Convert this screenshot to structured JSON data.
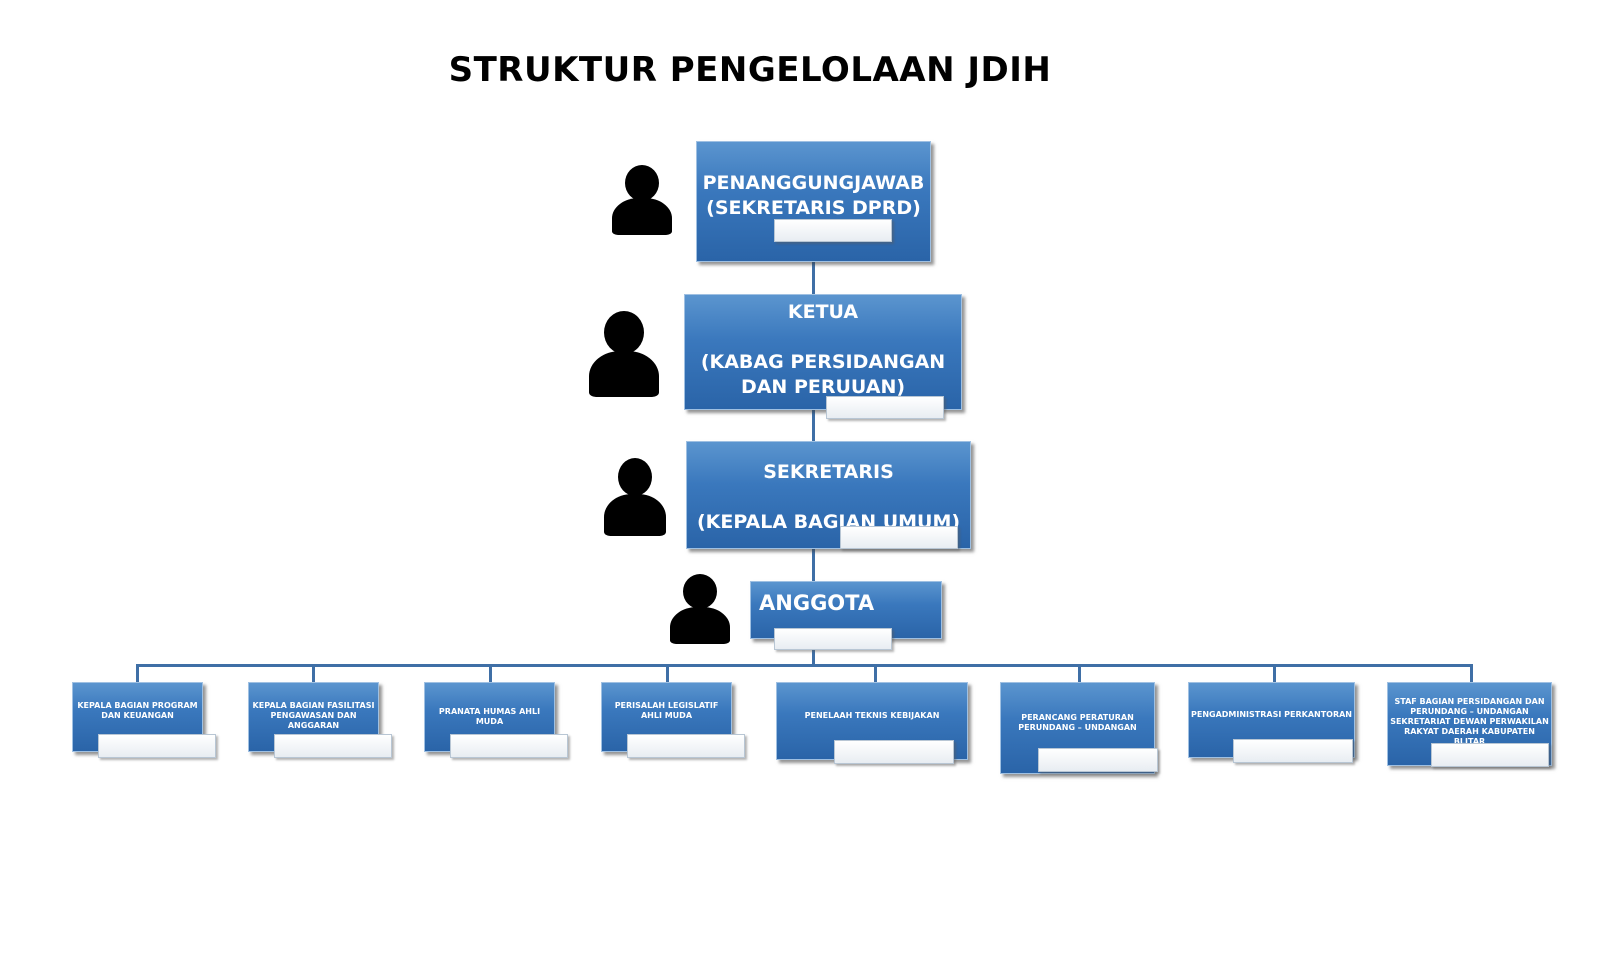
{
  "title": "STRUKTUR PENGELOLAAN JDIH",
  "chain": [
    {
      "label": "PENANGGUNGJAWAB\n(SEKRETARIS DPRD)"
    },
    {
      "label": "KETUA\n\n(KABAG PERSIDANGAN\nDAN PERUUAN)"
    },
    {
      "label": "SEKRETARIS\n\n(KEPALA BAGIAN UMUM)"
    },
    {
      "label": "ANGGOTA"
    }
  ],
  "members": [
    {
      "label": "KEPALA BAGIAN PROGRAM DAN KEUANGAN"
    },
    {
      "label": "KEPALA BAGIAN FASILITASI PENGAWASAN DAN ANGGARAN"
    },
    {
      "label": "PRANATA HUMAS AHLI MUDA"
    },
    {
      "label": "PERISALAH LEGISLATIF AHLI MUDA"
    },
    {
      "label": "PENELAAH TEKNIS KEBIJAKAN"
    },
    {
      "label": "PERANCANG PERATURAN PERUNDANG – UNDANGAN"
    },
    {
      "label": "PENGADMINISTRASI PERKANTORAN"
    },
    {
      "label": "STAF BAGIAN PERSIDANGAN DAN PERUNDANG – UNDANGAN SEKRETARIAT DEWAN PERWAKILAN RAKYAT DAERAH KABUPATEN BLITAR"
    }
  ],
  "icons": {
    "person": "person-icon"
  },
  "colors": {
    "box": "#3a78bd",
    "connector": "#3f6fa6",
    "title": "#000000"
  }
}
